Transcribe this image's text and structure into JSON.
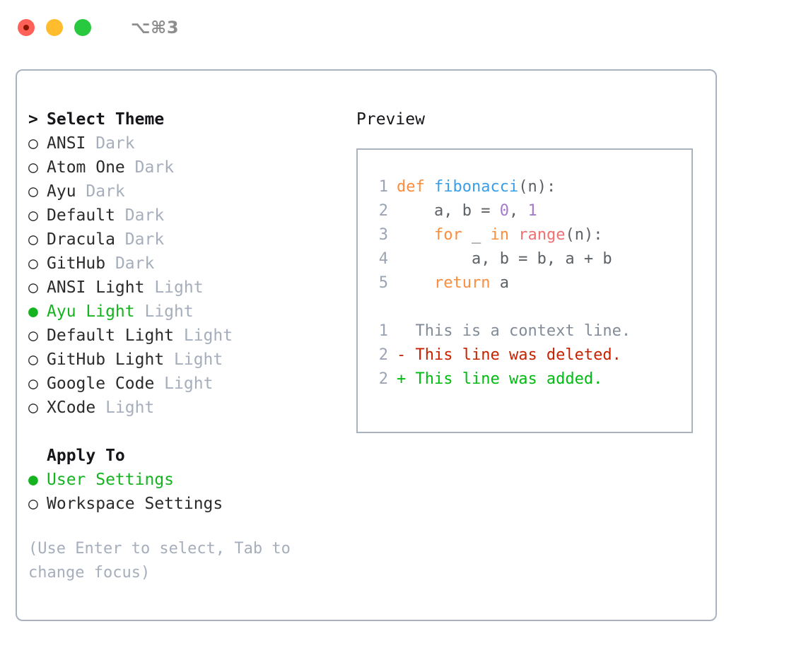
{
  "titlebar": {
    "traffic_lights": [
      {
        "name": "close",
        "color": "#ff6159"
      },
      {
        "name": "minimize",
        "color": "#ffbd2e"
      },
      {
        "name": "maximize",
        "color": "#28c93f"
      }
    ],
    "shortcut": "⌥⌘3"
  },
  "colors": {
    "panel_border": "#aab2c0",
    "accent_green": "#16b320",
    "muted": "#a6aebc",
    "text": "#2b2b2b",
    "keyword": "#fa8d3e",
    "function": "#399ee6",
    "builtin": "#f07171",
    "number": "#a37acc",
    "plain": "#5c6166",
    "lineno": "#9aa4b3",
    "diff_context": "#828c99",
    "diff_deleted": "#c62200",
    "diff_added": "#00bb11"
  },
  "theme_picker": {
    "prompt": "> ",
    "heading": "Select Theme",
    "bullet_selected": "●",
    "bullet_unselected": "○",
    "items": [
      {
        "name": "ANSI",
        "tag": "Dark",
        "selected": false
      },
      {
        "name": "Atom One",
        "tag": "Dark",
        "selected": false
      },
      {
        "name": "Ayu",
        "tag": "Dark",
        "selected": false
      },
      {
        "name": "Default",
        "tag": "Dark",
        "selected": false
      },
      {
        "name": "Dracula",
        "tag": "Dark",
        "selected": false
      },
      {
        "name": "GitHub",
        "tag": "Dark",
        "selected": false
      },
      {
        "name": "ANSI Light",
        "tag": "Light",
        "selected": false
      },
      {
        "name": "Ayu Light",
        "tag": "Light",
        "selected": true
      },
      {
        "name": "Default Light",
        "tag": "Light",
        "selected": false
      },
      {
        "name": "GitHub Light",
        "tag": "Light",
        "selected": false
      },
      {
        "name": "Google Code",
        "tag": "Light",
        "selected": false
      },
      {
        "name": "XCode",
        "tag": "Light",
        "selected": false
      }
    ]
  },
  "apply_to": {
    "heading": "Apply To",
    "items": [
      {
        "name": "User Settings",
        "selected": true
      },
      {
        "name": "Workspace Settings",
        "selected": false
      }
    ]
  },
  "help": {
    "text": "(Use Enter to select, Tab to change focus)"
  },
  "preview": {
    "label": "Preview",
    "code": [
      {
        "lineno": "1",
        "tokens": [
          {
            "t": "def ",
            "c": "kw"
          },
          {
            "t": "fibonacci",
            "c": "fn"
          },
          {
            "t": "(n):",
            "c": "txt"
          }
        ]
      },
      {
        "lineno": "2",
        "tokens": [
          {
            "t": "    a, b = ",
            "c": "txt"
          },
          {
            "t": "0",
            "c": "num"
          },
          {
            "t": ", ",
            "c": "txt"
          },
          {
            "t": "1",
            "c": "num"
          }
        ]
      },
      {
        "lineno": "3",
        "tokens": [
          {
            "t": "    ",
            "c": "txt"
          },
          {
            "t": "for",
            "c": "kw"
          },
          {
            "t": " _ ",
            "c": "txt"
          },
          {
            "t": "in",
            "c": "kw"
          },
          {
            "t": " ",
            "c": "txt"
          },
          {
            "t": "range",
            "c": "call"
          },
          {
            "t": "(n):",
            "c": "txt"
          }
        ]
      },
      {
        "lineno": "4",
        "tokens": [
          {
            "t": "        a, b = b, a + b",
            "c": "txt"
          }
        ]
      },
      {
        "lineno": "5",
        "tokens": [
          {
            "t": "    ",
            "c": "txt"
          },
          {
            "t": "return",
            "c": "kw"
          },
          {
            "t": " a",
            "c": "txt"
          }
        ]
      }
    ],
    "diff": [
      {
        "lineno": "1",
        "marker": "  ",
        "text": "This is a context line.",
        "kind": "ctx"
      },
      {
        "lineno": "2",
        "marker": "- ",
        "text": "This line was deleted.",
        "kind": "del"
      },
      {
        "lineno": "2",
        "marker": "+ ",
        "text": "This line was added.",
        "kind": "add"
      }
    ]
  }
}
